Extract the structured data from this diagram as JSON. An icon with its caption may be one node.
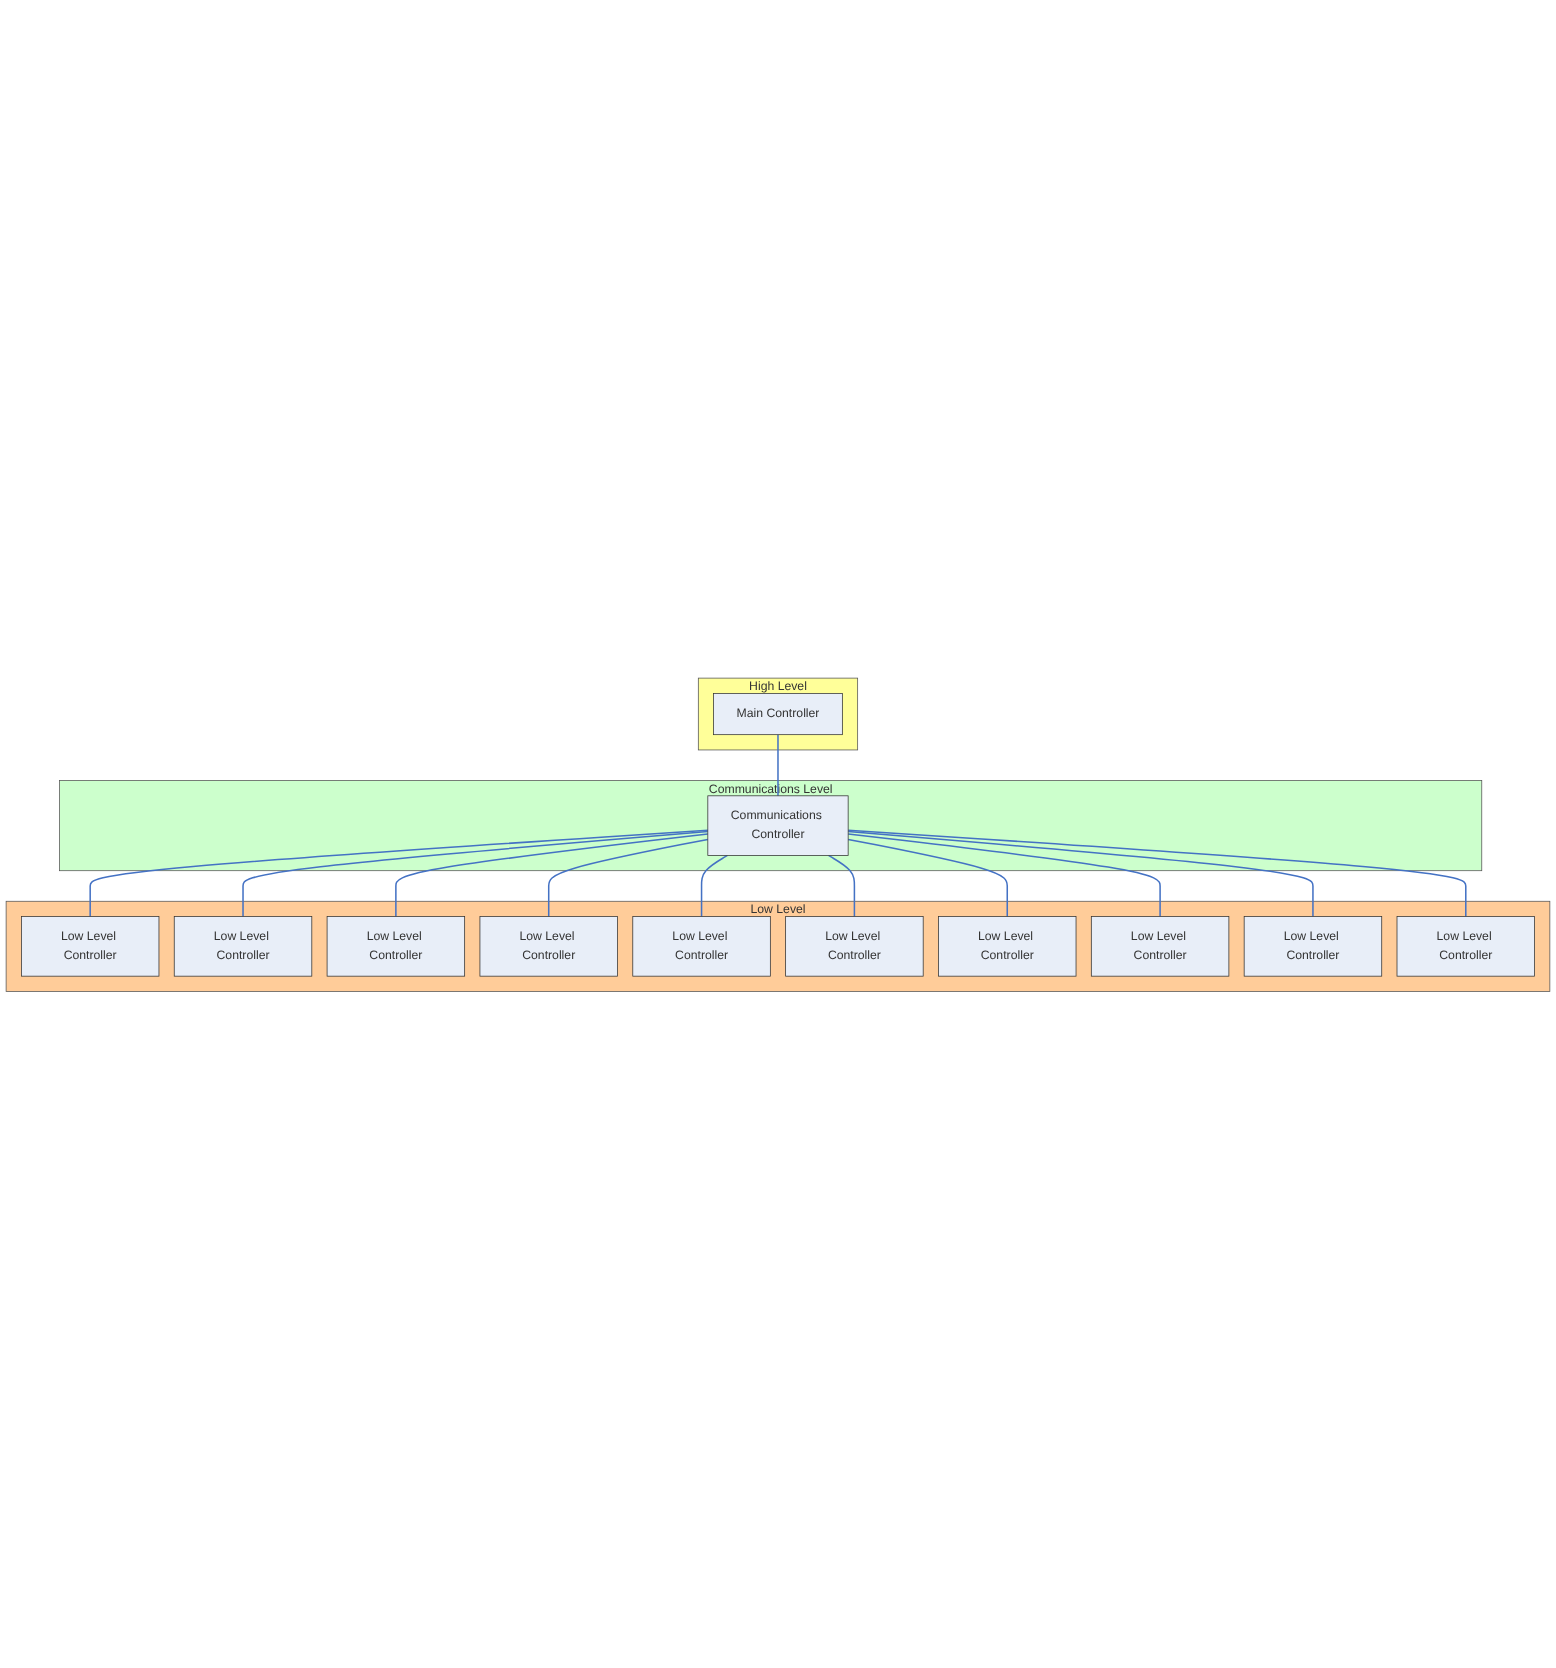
{
  "diagram": {
    "nodes": [
      {
        "text": [
          "High Level"
        ]
      },
      {
        "text": [
          "Main Controller"
        ],
        "in": 0
      },
      {
        "text": [
          "Communications Level"
        ]
      },
      {
        "text": [
          "Communications Controller"
        ],
        "in": 2
      },
      {
        "text": [
          "Low Level"
        ]
      },
      {
        "text": [
          "Low Level Controller"
        ],
        "in": 4
      },
      {
        "text": [
          "Low Level Controller"
        ],
        "in": 4
      },
      {
        "text": [
          "Low Level Controller"
        ],
        "in": 4
      },
      {
        "text": [
          "Low Level Controller"
        ],
        "in": 4
      },
      {
        "text": [
          "Low Level Controller"
        ],
        "in": 4
      },
      {
        "text": [
          "Low Level Controller"
        ],
        "in": 4
      },
      {
        "text": [
          "Low Level Controller"
        ],
        "in": 4
      },
      {
        "text": [
          "Low Level Controller"
        ],
        "in": 4
      },
      {
        "text": [
          "Low Level Controller"
        ],
        "in": 4
      },
      {
        "text": [
          "Low Level Controller"
        ],
        "in": 4
      }
    ],
    "edges": [
      {
        "from": 1,
        "to": 3,
        "arrow": "none"
      },
      {
        "from": 3,
        "to": 5,
        "arrow": "none"
      },
      {
        "from": 3,
        "to": 6,
        "arrow": "none"
      },
      {
        "from": 3,
        "to": 7,
        "arrow": "none"
      },
      {
        "from": 3,
        "to": 8,
        "arrow": "none"
      },
      {
        "from": 3,
        "to": 9,
        "arrow": "none"
      },
      {
        "from": 3,
        "to": 10,
        "arrow": "none"
      },
      {
        "from": 3,
        "to": 11,
        "arrow": "none"
      },
      {
        "from": 3,
        "to": 12,
        "arrow": "none"
      },
      {
        "from": 3,
        "to": 13,
        "arrow": "none"
      },
      {
        "from": 3,
        "to": 14,
        "arrow": "none"
      }
    ]
  }
}
